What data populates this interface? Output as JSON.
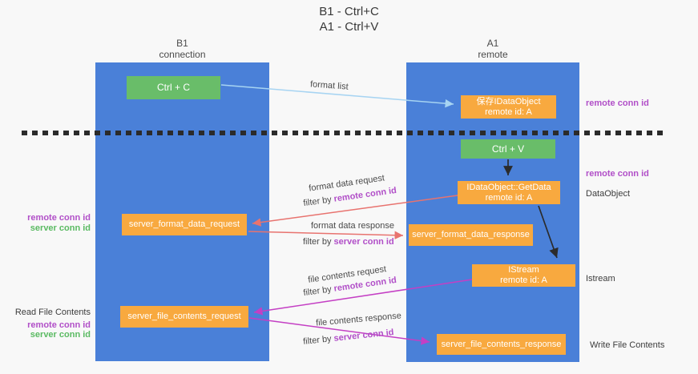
{
  "title": {
    "line1": "B1 - Ctrl+C",
    "line2": "A1 - Ctrl+V"
  },
  "lanes": {
    "b1": {
      "name": "B1",
      "role": "connection"
    },
    "a1": {
      "name": "A1",
      "role": "remote"
    }
  },
  "nodes": {
    "ctrl_c": {
      "label": "Ctrl + C"
    },
    "ctrl_v": {
      "label": "Ctrl + V"
    },
    "save_idataobject": {
      "line1": "保存IDataObject",
      "line2": "remote id: A"
    },
    "idataobject_getdata": {
      "line1": "IDataObject::GetData",
      "line2": "remote id: A"
    },
    "istream": {
      "line1": "IStream",
      "line2": "remote id: A"
    },
    "server_format_data_request": {
      "label": "server_format_data_request"
    },
    "server_format_data_response": {
      "label": "server_format_data_response"
    },
    "server_file_contents_request": {
      "label": "server_file_contents_request"
    },
    "server_file_contents_response": {
      "label": "server_file_contents_response"
    }
  },
  "right_labels": {
    "remote_conn_id_1": "remote conn id",
    "remote_conn_id_2": "remote conn id",
    "dataobject": "DataObject",
    "istream": "Istream",
    "write_file_contents": "Write File Contents"
  },
  "left_labels": {
    "remote_conn_id_1": "remote conn id",
    "server_conn_id_1": "server conn id",
    "read_file_contents": "Read File Contents",
    "remote_conn_id_2": "remote conn id",
    "server_conn_id_2": "server conn id"
  },
  "arrow_labels": {
    "format_list": "format list",
    "format_data_request": "format data request",
    "format_data_response": "format data response",
    "file_contents_request": "file contents request",
    "file_contents_response": "file contents response",
    "filter_by": "filter by ",
    "remote_conn_id": "remote conn id",
    "server_conn_id": "server conn id"
  },
  "colors": {
    "lane_blue": "#4a80d8",
    "node_orange": "#f8a93f",
    "node_green": "#69bd69",
    "arrow_blue": "#a7d4f2",
    "arrow_salmon": "#e8736f",
    "arrow_magenta": "#c43fc4",
    "arrow_black": "#2b2b2b",
    "text_purple": "#b14fc8",
    "text_green": "#5aba62"
  }
}
